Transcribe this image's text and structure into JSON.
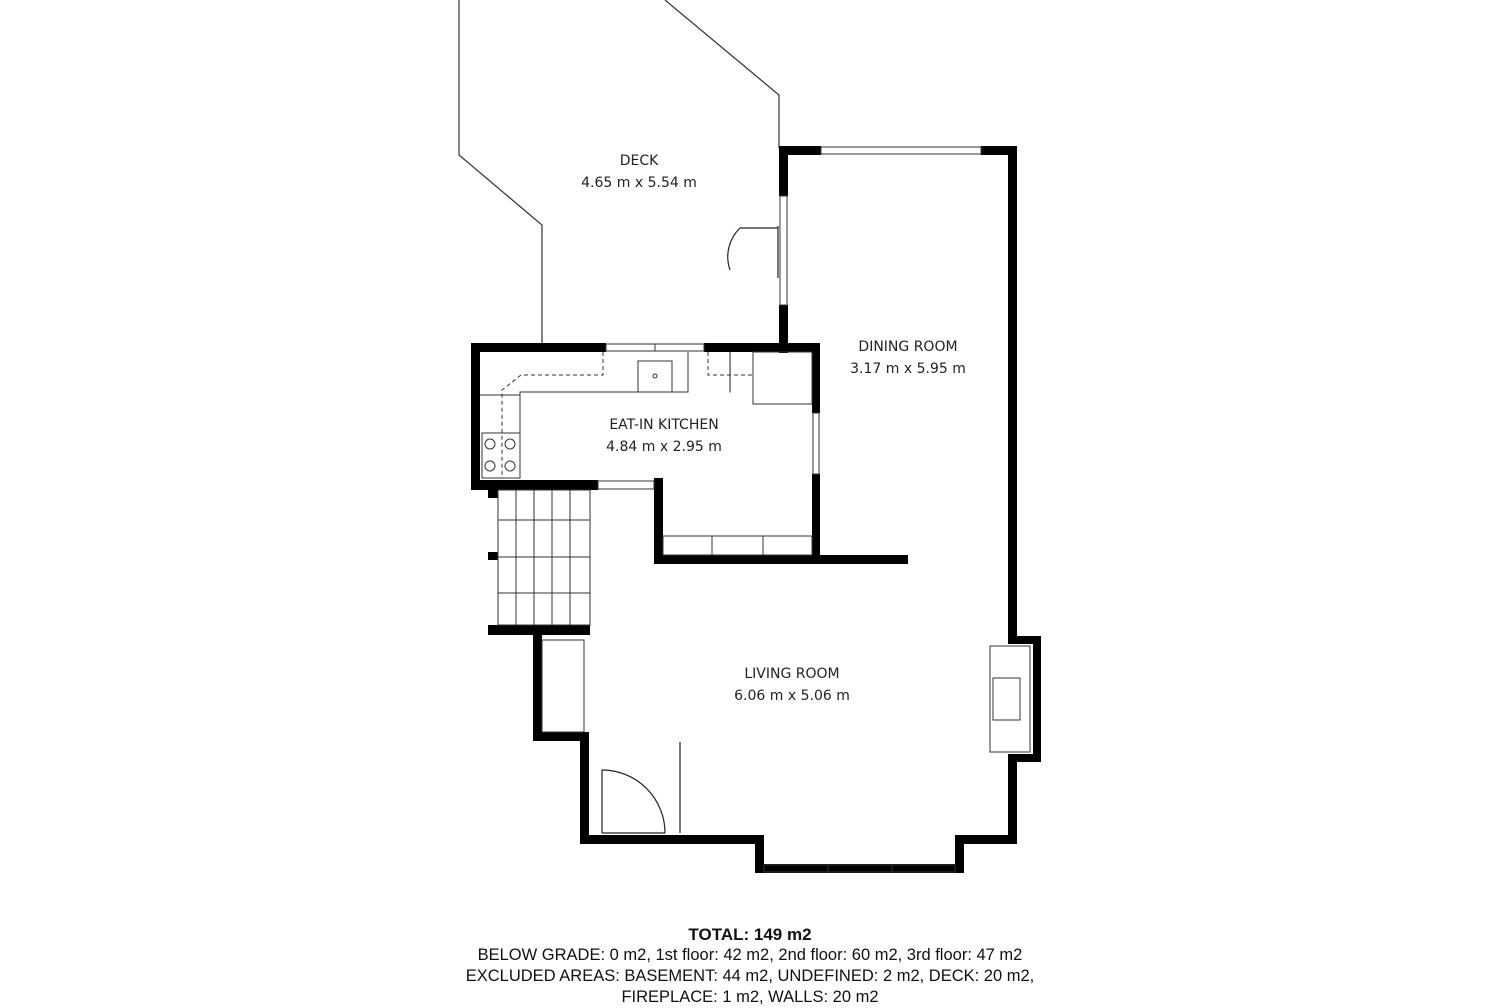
{
  "rooms": [
    {
      "name": "DECK",
      "dimensions": "4.65 m x 5.54 m"
    },
    {
      "name": "DINING ROOM",
      "dimensions": "3.17 m x 5.95 m"
    },
    {
      "name": "EAT-IN KITCHEN",
      "dimensions": "4.84 m x 2.95 m"
    },
    {
      "name": "LIVING ROOM",
      "dimensions": "6.06 m x 5.06 m"
    }
  ],
  "summary": {
    "total": "TOTAL: 149 m2",
    "line1": "BELOW GRADE: 0 m2, 1st floor: 42 m2, 2nd floor: 60 m2, 3rd floor: 47 m2",
    "line2": "EXCLUDED AREAS: BASEMENT: 44 m2, UNDEFINED: 2 m2, DECK: 20 m2,",
    "line3": "FIREPLACE: 1 m2, WALLS: 20 m2"
  },
  "colors": {
    "wall": "#000000",
    "line": "#333333",
    "background": "#ffffff"
  }
}
